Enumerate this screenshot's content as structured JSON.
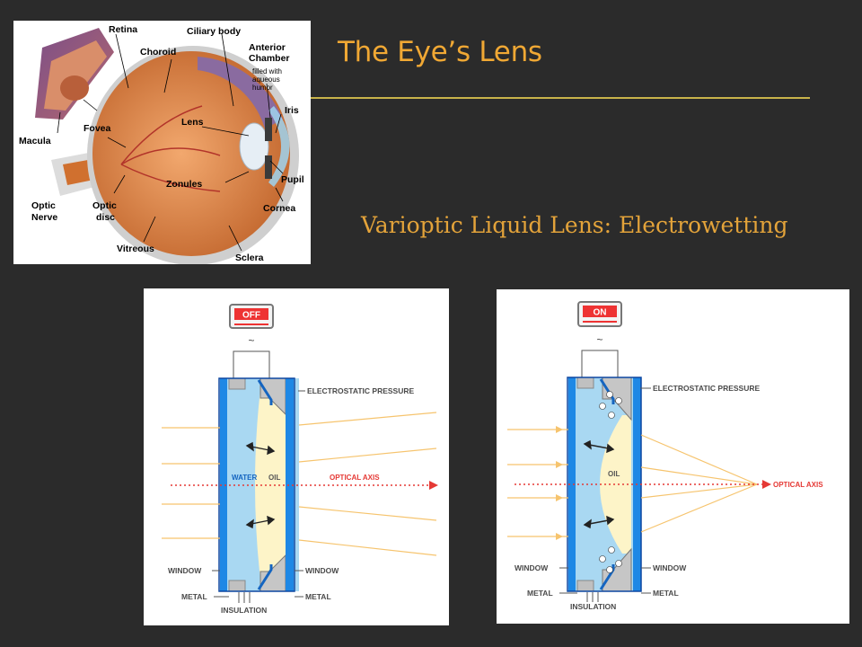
{
  "slide": {
    "title": "The Eye’s Lens",
    "subtitle": "Varioptic Liquid Lens: Electrowetting"
  },
  "eye_diagram": {
    "labels": {
      "retina": "Retina",
      "ciliary_body": "Ciliary body",
      "choroid": "Choroid",
      "anterior_chamber": "Anterior\nChamber",
      "anterior_chamber_note": "filled with\naqueous\nhumor",
      "iris": "Iris",
      "lens": "Lens",
      "fovea": "Fovea",
      "macula": "Macula",
      "pupil": "Pupil",
      "zonules": "Zonules",
      "cornea": "Cornea",
      "optic_nerve": "Optic\nNerve",
      "optic_disc": "Optic\ndisc",
      "vitreous": "Vitreous",
      "sclera": "Sclera"
    }
  },
  "lens_off": {
    "switch": "OFF",
    "tilde": "~",
    "electrostatic": "ELECTROSTATIC PRESSURE",
    "water": "WATER",
    "oil": "OIL",
    "axis": "OPTICAL AXIS",
    "window_left": "WINDOW",
    "window_right": "WINDOW",
    "metal_left": "METAL",
    "metal_right": "METAL",
    "insulation": "INSULATION"
  },
  "lens_on": {
    "switch": "ON",
    "tilde": "~",
    "electrostatic": "ELECTROSTATIC PRESSURE",
    "oil": "OIL",
    "axis": "OPTICAL AXIS",
    "window_left": "WINDOW",
    "window_right": "WINDOW",
    "metal_left": "METAL",
    "metal_right": "METAL",
    "insulation": "INSULATION"
  },
  "colors": {
    "background": "#2b2b2b",
    "title": "#f0a834",
    "rule": "#c8b34a",
    "water": "#a9d8f2",
    "oil": "#fdf4c8",
    "frame_blue": "#1565c0",
    "axis_red": "#e53935",
    "ray_orange": "#f6c46e"
  }
}
